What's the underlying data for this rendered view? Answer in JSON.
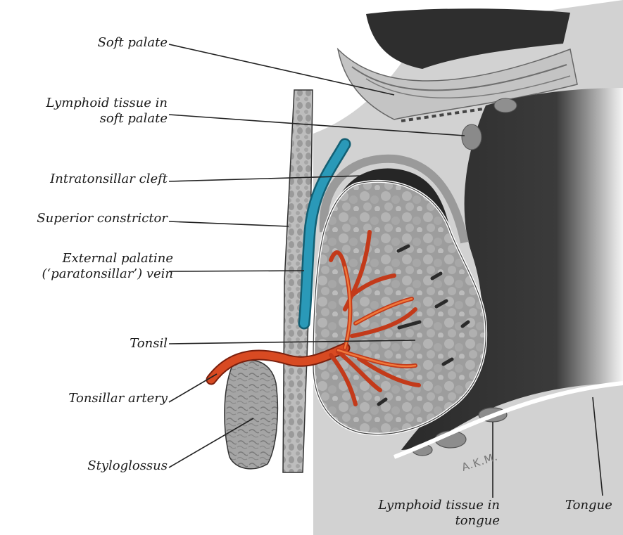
{
  "labels": {
    "soft_palate": "Soft palate",
    "lymphoid_soft_palate": [
      "Lymphoid tissue in",
      "soft palate"
    ],
    "intratonsillar_cleft": "Intratonsillar cleft",
    "superior_constrictor": "Superior constrictor",
    "external_palatine_vein": [
      "External palatine",
      "(‘paratonsillar’) vein"
    ],
    "tonsil": "Tonsil",
    "tonsillar_artery": "Tonsillar artery",
    "styloglossus": "Styloglossus",
    "lymphoid_tongue": [
      "Lymphoid tissue in",
      "tongue"
    ],
    "tongue": "Tongue"
  },
  "signature": "A.K.M.",
  "colors": {
    "cavity": "#2b2b2b",
    "tissue": "#c9c9c9",
    "tonsil": "#9e9e9e",
    "muscle": "#a8a8a8",
    "vein": "#1f8aa6",
    "artery": "#d4401f",
    "leader": "#222222"
  }
}
